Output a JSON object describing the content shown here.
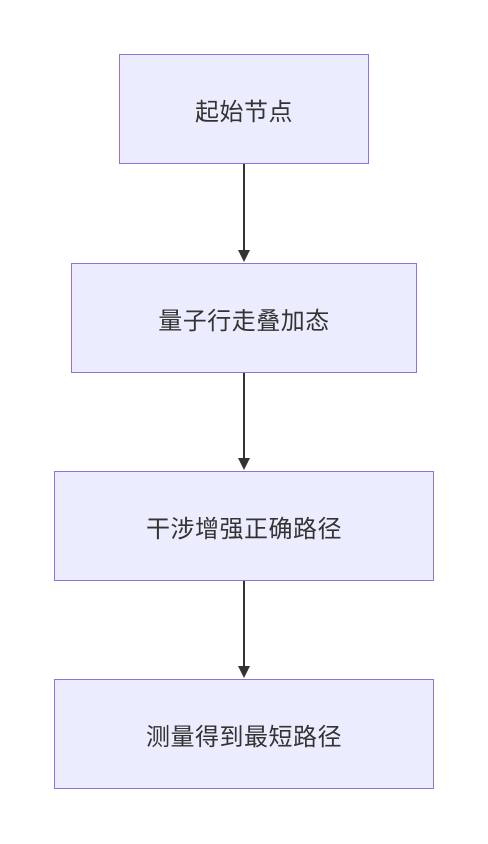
{
  "flowchart": {
    "nodes": [
      {
        "id": "n1",
        "label": "起始节点"
      },
      {
        "id": "n2",
        "label": "量子行走叠加态"
      },
      {
        "id": "n3",
        "label": "干涉增强正确路径"
      },
      {
        "id": "n4",
        "label": "测量得到最短路径"
      }
    ],
    "edges": [
      {
        "from": "n1",
        "to": "n2"
      },
      {
        "from": "n2",
        "to": "n3"
      },
      {
        "from": "n3",
        "to": "n4"
      }
    ]
  },
  "colors": {
    "node_fill": "#ECECFF",
    "node_border": "#9370DB",
    "edge": "#333333",
    "text": "#333333"
  }
}
